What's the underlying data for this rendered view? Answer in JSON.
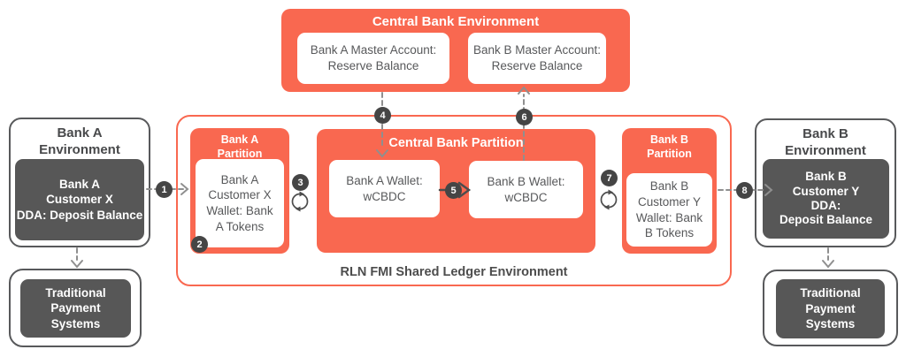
{
  "colors": {
    "accent_red": "#F96850",
    "dark_box_gray": "#575757",
    "step_badge_gray": "#454545",
    "dashed_line_gray": "#8F8F8F",
    "solid_line_dark": "#4D4D4D",
    "text_dark_gray": "#58595B"
  },
  "central_bank": {
    "title": "Central Bank Environment",
    "master_a": "Bank A Master Account:\nReserve Balance",
    "master_b": "Bank B Master Account:\nReserve Balance"
  },
  "rln": {
    "label": "RLN FMI Shared Ledger Environment",
    "partition_a": {
      "title": "Bank A\nPartition",
      "wallet": "Bank A\nCustomer X\nWallet: Bank\nA Tokens"
    },
    "partition_central": {
      "title": "Central Bank Partition",
      "wallet_a": "Bank A Wallet:\nwCBDC",
      "wallet_b": "Bank B Wallet:\nwCBDC"
    },
    "partition_b": {
      "title": "Bank B\nPartition",
      "wallet": "Bank B\nCustomer Y\nWallet: Bank\nB Tokens"
    }
  },
  "bank_a": {
    "title": "Bank A\nEnvironment",
    "account": "Bank A\nCustomer X\nDDA: Deposit Balance",
    "traditional": "Traditional\nPayment\nSystems"
  },
  "bank_b": {
    "title": "Bank B\nEnvironment",
    "account": "Bank B\nCustomer Y\nDDA:\nDeposit Balance",
    "traditional": "Traditional\nPayment\nSystems"
  },
  "steps": [
    "1",
    "2",
    "3",
    "4",
    "5",
    "6",
    "7",
    "8"
  ]
}
